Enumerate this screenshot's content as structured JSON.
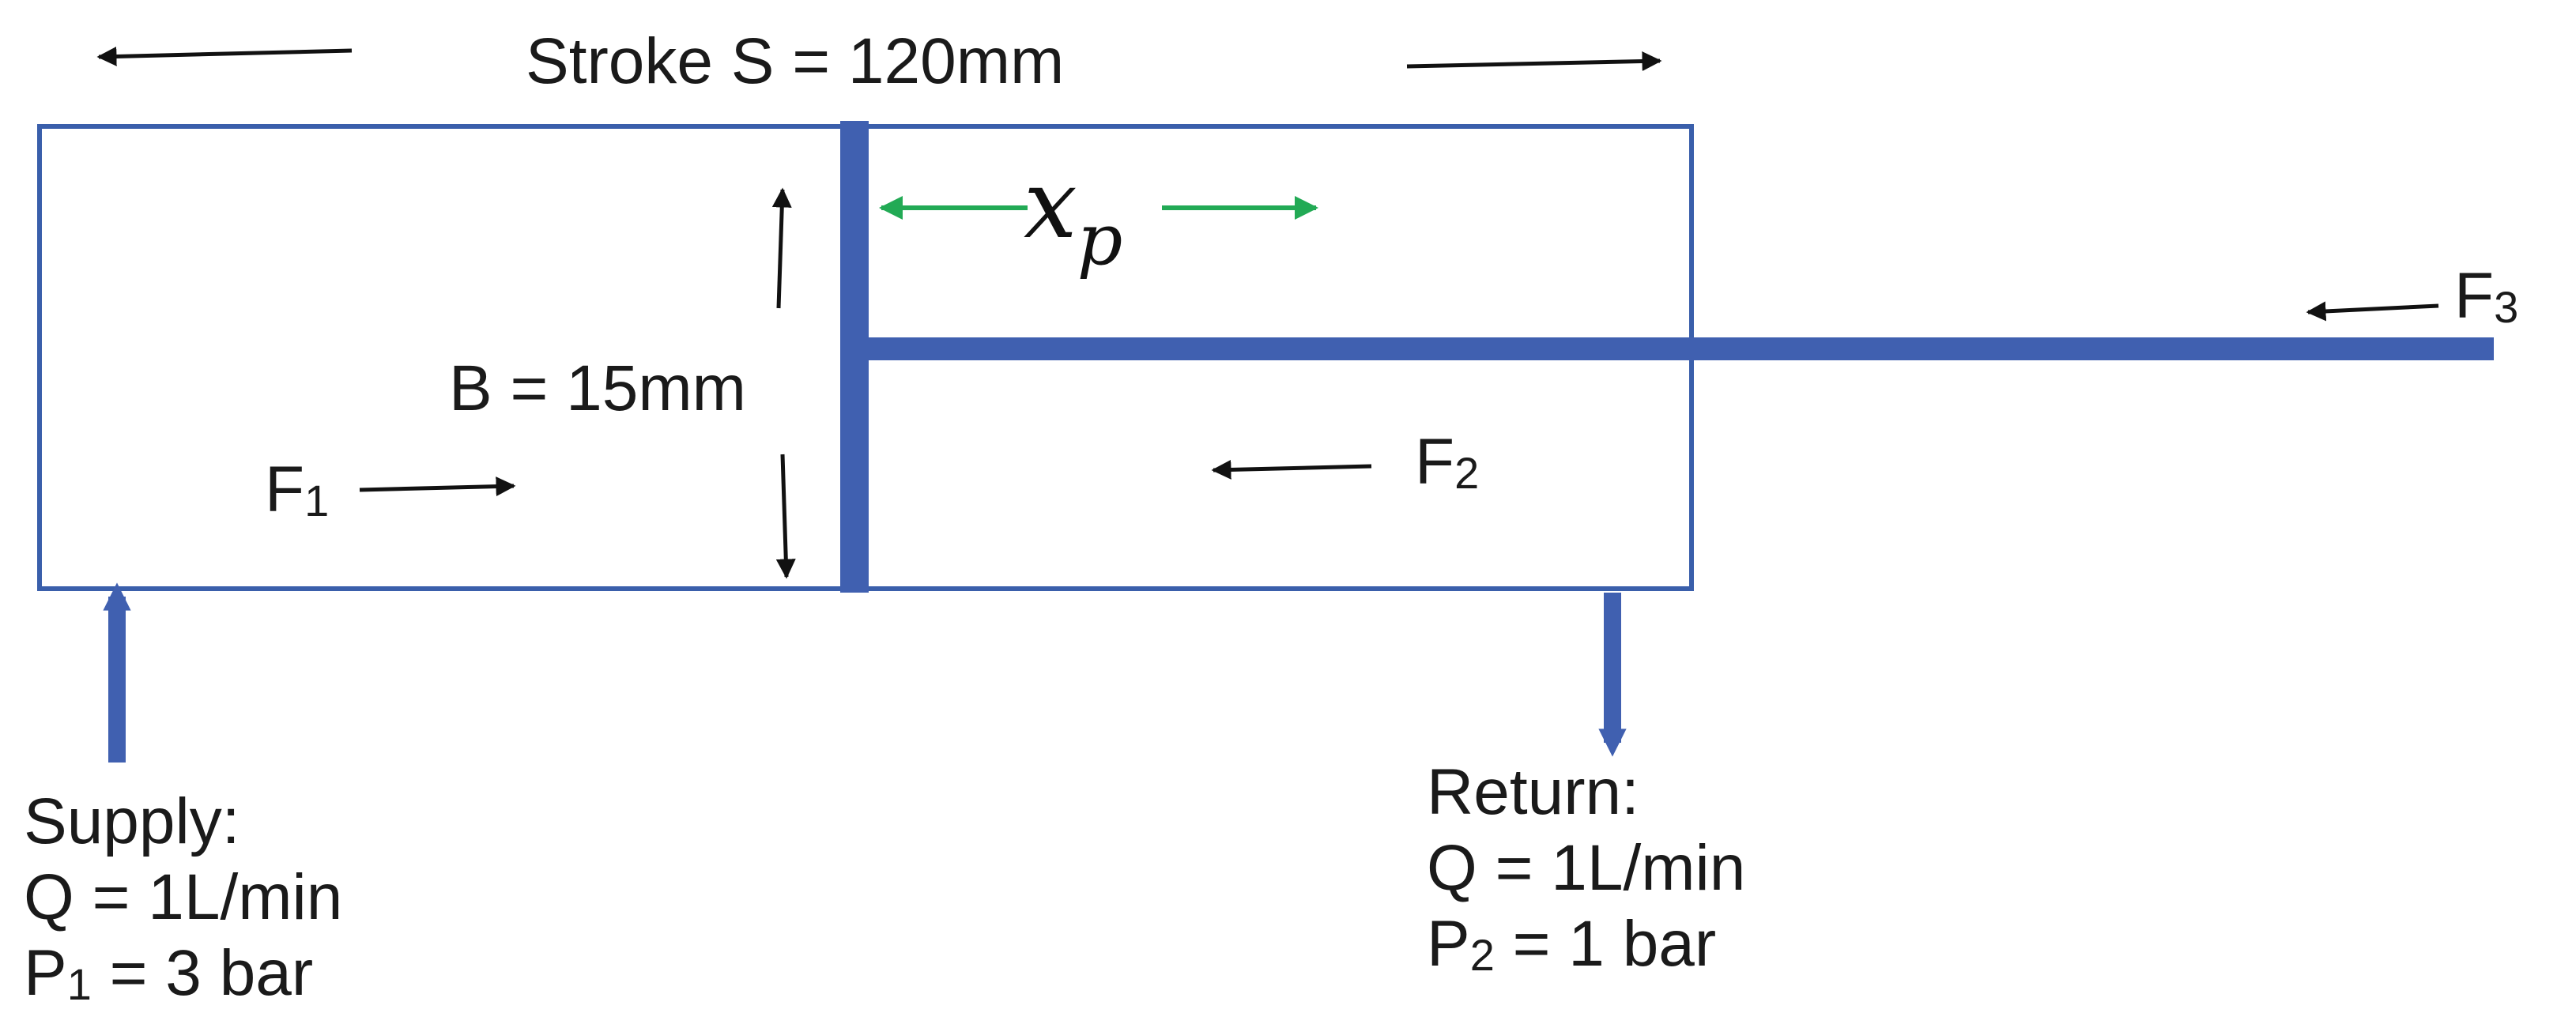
{
  "diagram": {
    "stroke_label": "Stroke S = 120mm",
    "bore_label": "B = 15mm",
    "piston_position": {
      "symbol": "x",
      "subscript": "p"
    },
    "forces": {
      "f1": {
        "symbol": "F",
        "subscript": "1"
      },
      "f2": {
        "symbol": "F",
        "subscript": "2"
      },
      "f3": {
        "symbol": "F",
        "subscript": "3"
      }
    },
    "supply": {
      "title": "Supply:",
      "flow": "Q = 1L/min",
      "pressure_symbol": "P",
      "pressure_subscript": "1",
      "pressure_value": " = 3 bar"
    },
    "return": {
      "title": "Return:",
      "flow": "Q = 1L/min",
      "pressure_symbol": "P",
      "pressure_subscript": "2",
      "pressure_value": " = 1 bar"
    }
  },
  "colors": {
    "cylinder_outline": "#3a5fab",
    "piston_and_rod": "#4060b0",
    "ports": "#4060b0",
    "dimension_arrows": "#111111",
    "position_arrow": "#22aa55"
  }
}
